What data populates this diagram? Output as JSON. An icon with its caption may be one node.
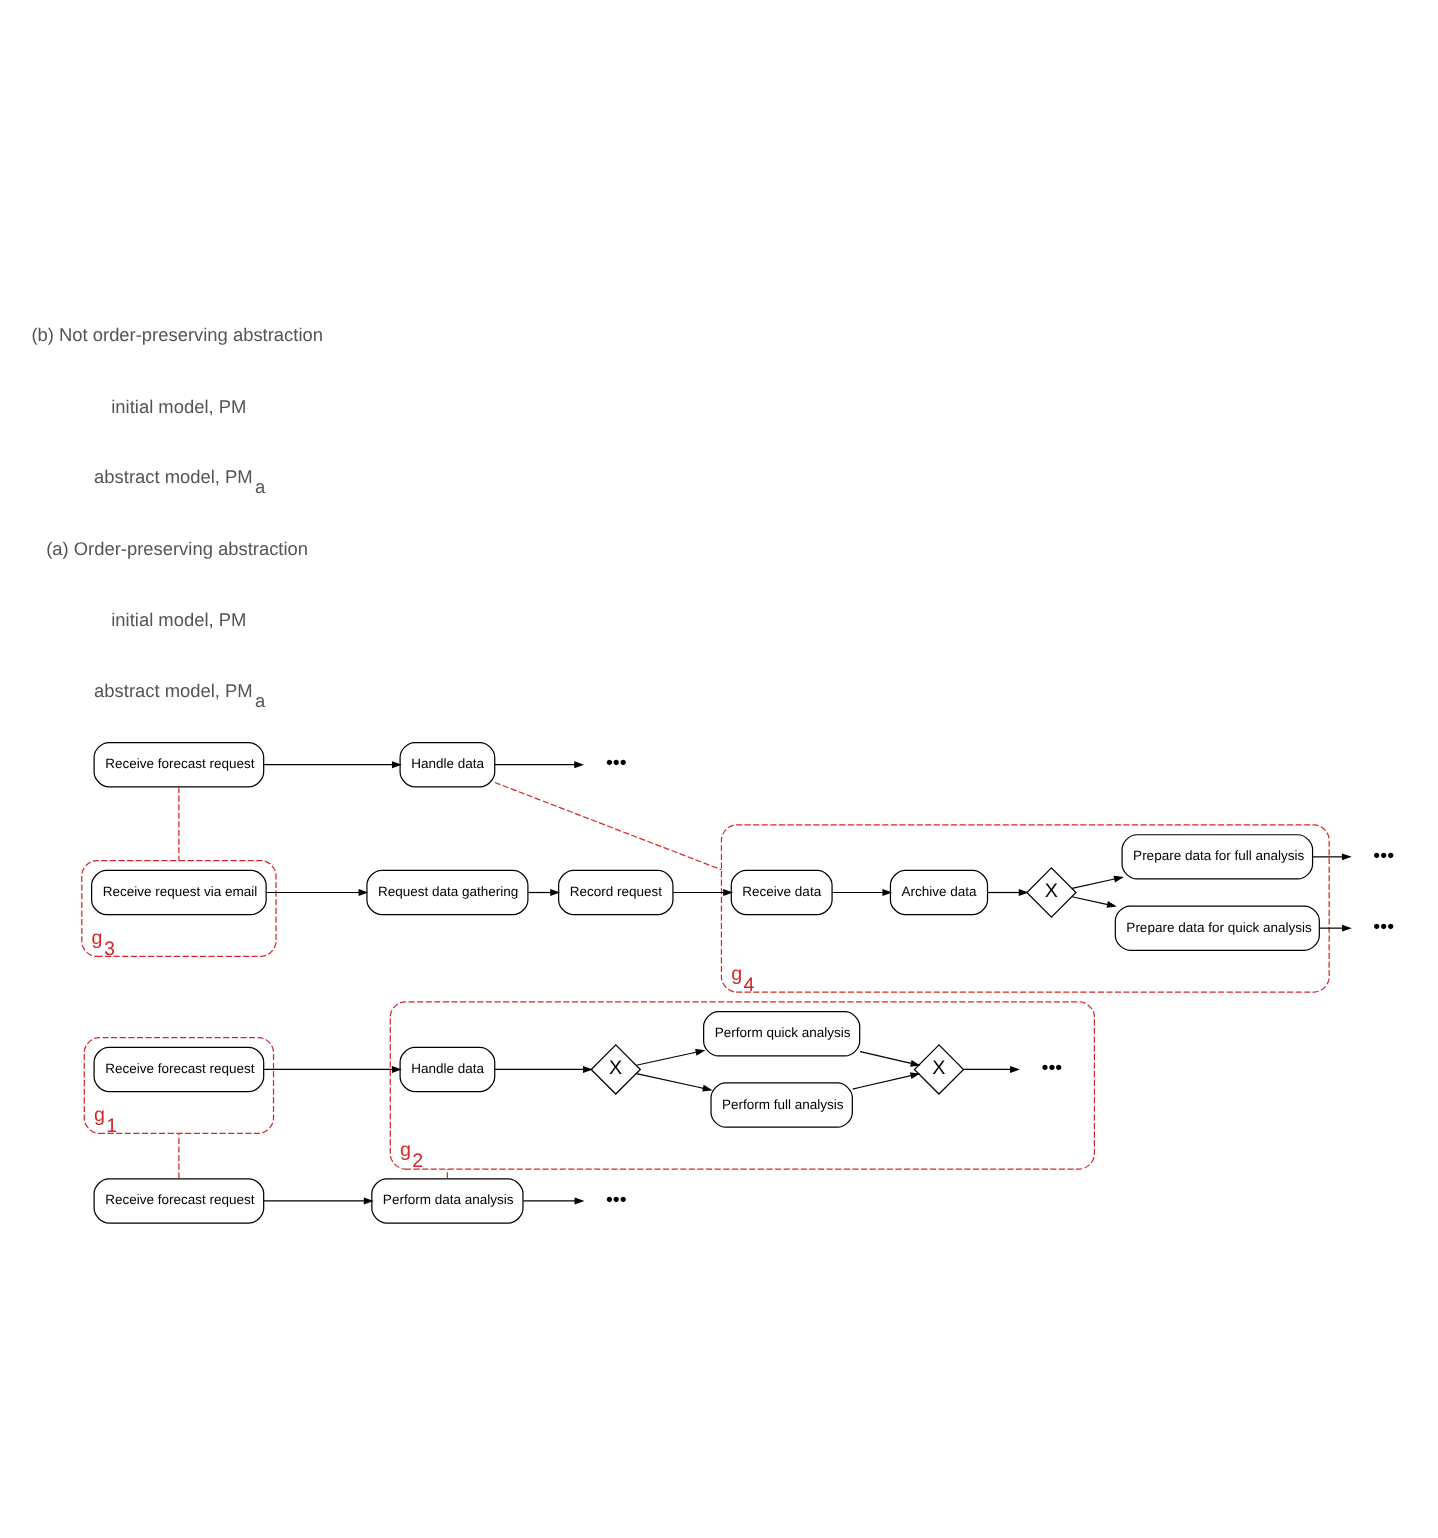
{
  "diagram": {
    "nodes": [
      {
        "text": [
          "Receive forecast request"
        ]
      },
      {
        "text": [
          "Perform data analysis"
        ]
      },
      {
        "text": [
          "•••"
        ]
      },
      {
        "text": [
          "g$_{1}$"
        ]
      },
      {
        "text": [
          "Receive forecast request"
        ],
        "in": 3
      },
      {
        "text": [
          "g$_{2}$"
        ]
      },
      {
        "text": [
          "Handle data"
        ],
        "in": 5
      },
      {
        "text": [
          "X"
        ],
        "in": 5
      },
      {
        "text": [
          "Perform full analysis"
        ],
        "in": 5
      },
      {
        "text": [
          "Perform quick analysis"
        ],
        "in": 5
      },
      {
        "text": [
          "X"
        ],
        "in": 5
      },
      {
        "text": [
          "•••"
        ],
        "in": 5
      },
      {
        "text": [
          "Receive forecast request"
        ]
      },
      {
        "text": [
          "Handle data"
        ]
      },
      {
        "text": [
          "•••"
        ]
      },
      {
        "text": [
          "g$_{3}$"
        ]
      },
      {
        "text": [
          "Receive request via email"
        ],
        "in": 15
      },
      {
        "text": [
          "g$_{4}$"
        ]
      },
      {
        "text": [
          "Request data gathering"
        ]
      },
      {
        "text": [
          "Record request"
        ]
      },
      {
        "text": [
          "Receive data"
        ],
        "in": 17
      },
      {
        "text": [
          "Archive data"
        ],
        "in": 17
      },
      {
        "text": [
          "X"
        ],
        "in": 17
      },
      {
        "text": [
          "Prepare data for full analysis"
        ],
        "in": 17
      },
      {
        "text": [
          "Prepare data for quick analysis"
        ],
        "in": 17
      },
      {
        "text": [
          "•••"
        ]
      },
      {
        "text": [
          "•••"
        ]
      }
    ],
    "edges": [
      {
        "from": 0,
        "to": 1,
        "arrow": "to"
      },
      {
        "from": 1,
        "to": 2,
        "arrow": "to"
      },
      {
        "from": 4,
        "to": 6,
        "arrow": "to"
      },
      {
        "from": 6,
        "to": 7,
        "arrow": "to"
      },
      {
        "from": 7,
        "to": 8,
        "arrow": "to"
      },
      {
        "from": 7,
        "to": 9,
        "arrow": "to"
      },
      {
        "from": 8,
        "to": 10,
        "arrow": "to"
      },
      {
        "from": 9,
        "to": 10,
        "arrow": "to"
      },
      {
        "from": 10,
        "to": 11,
        "arrow": "to"
      },
      {
        "from": 0,
        "to": 3,
        "arrow": "none",
        "style": "dashed",
        "color": "#d62728"
      },
      {
        "from": 1,
        "to": 5,
        "arrow": "none",
        "style": "dashed",
        "color": "#d62728"
      },
      {
        "from": 12,
        "to": 13,
        "arrow": "to"
      },
      {
        "from": 13,
        "to": 14,
        "arrow": "to"
      },
      {
        "from": 16,
        "to": 18,
        "arrow": "to"
      },
      {
        "from": 18,
        "to": 19,
        "arrow": "to"
      },
      {
        "from": 19,
        "to": 20,
        "arrow": "to"
      },
      {
        "from": 20,
        "to": 21,
        "arrow": "to"
      },
      {
        "from": 21,
        "to": 22,
        "arrow": "to"
      },
      {
        "from": 22,
        "to": 23,
        "arrow": "to"
      },
      {
        "from": 22,
        "to": 24,
        "arrow": "to"
      },
      {
        "from": 23,
        "to": 25,
        "arrow": "to"
      },
      {
        "from": 24,
        "to": 26,
        "arrow": "to"
      },
      {
        "from": 12,
        "to": 15,
        "arrow": "none",
        "style": "dashed",
        "color": "#d62728"
      },
      {
        "from": 13,
        "to": 17,
        "arrow": "none",
        "style": "dashed",
        "color": "#d62728"
      }
    ],
    "labels": [
      "abstract model, PM$_{a}$",
      "initial model, PM",
      "(a) Order-preserving abstraction",
      "abstract model, PM$_{a}$",
      "initial model, PM",
      "(b) Not order-preserving abstraction"
    ]
  }
}
